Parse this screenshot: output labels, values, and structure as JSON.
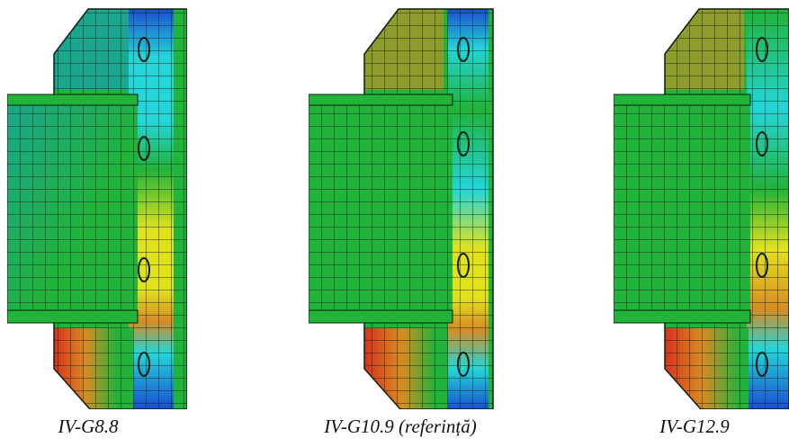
{
  "figure": {
    "panels": [
      {
        "caption": "IV-G8.8"
      },
      {
        "caption": "IV-G10.9 (referință)"
      },
      {
        "caption": "IV-G12.9"
      }
    ],
    "colors": {
      "green": "#21b33a",
      "teal": "#1aa68f",
      "cyan": "#22d6d9",
      "blue": "#1b4fd0",
      "yellow": "#e2e21c",
      "orange": "#d78c22",
      "red": "#d8321c",
      "mesh": "#0b1d10"
    }
  }
}
